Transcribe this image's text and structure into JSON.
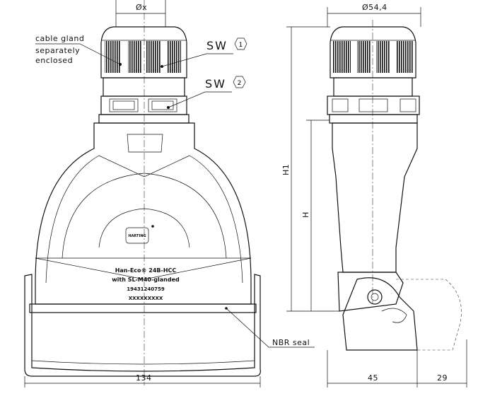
{
  "dimensions": {
    "gland_diameter": "Øx",
    "side_diameter": "Ø54,4",
    "width": "134",
    "height_h1": "H1",
    "height_h": "H",
    "depth_a": "45",
    "depth_b": "29"
  },
  "callouts": {
    "cable_gland_line1": "cable gland",
    "cable_gland_line2": "separately",
    "cable_gland_line3": "enclosed",
    "sw1": "SW",
    "sw1_num": "1",
    "sw2": "SW",
    "sw2_num": "2",
    "nbr_seal": "NBR seal"
  },
  "label_plate": {
    "logo": "HARTING",
    "line1": "Han-Eco® 24B-HCC",
    "line2": "with SL-M40-glanded",
    "line3": "19431240759",
    "line4": "XXXXXXXXX"
  }
}
